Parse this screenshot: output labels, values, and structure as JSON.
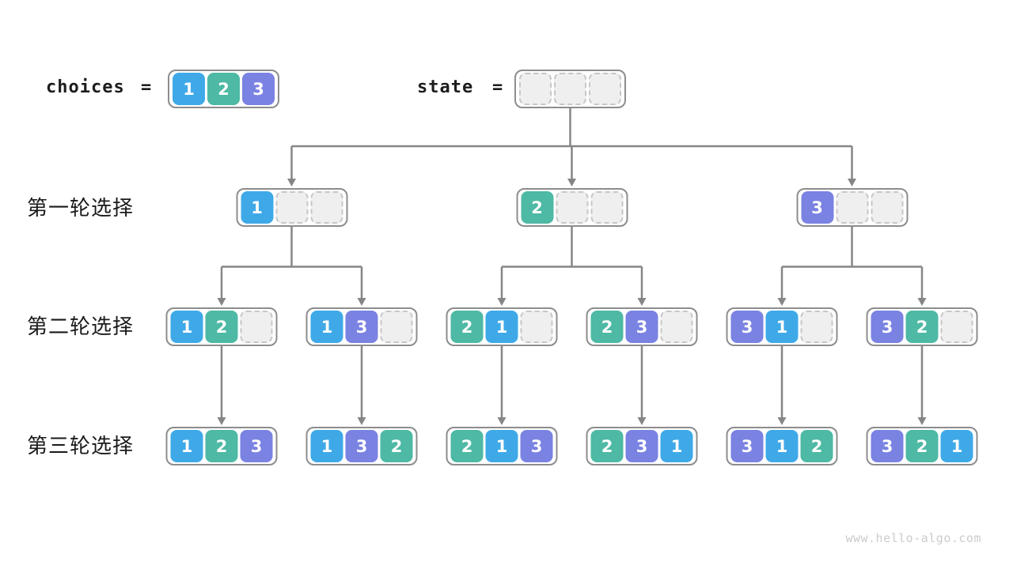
{
  "colors": {
    "c1": "#3FA9E8",
    "c2": "#4EB9A4",
    "c3": "#7A82E2",
    "node_border": "#8d8d8d",
    "arrow": "#868686",
    "empty_cell_bg": "#efefef"
  },
  "legend": {
    "choices_label": "choices",
    "state_label": "state",
    "equals": "=",
    "choices_cells": [
      1,
      2,
      3
    ],
    "state_cells": []
  },
  "rows": [
    {
      "label": "第一轮选择",
      "nodes": [
        [
          1
        ],
        [
          2
        ],
        [
          3
        ]
      ]
    },
    {
      "label": "第二轮选择",
      "nodes": [
        [
          1,
          2
        ],
        [
          1,
          3
        ],
        [
          2,
          1
        ],
        [
          2,
          3
        ],
        [
          3,
          1
        ],
        [
          3,
          2
        ]
      ]
    },
    {
      "label": "第三轮选择",
      "nodes": [
        [
          1,
          2,
          3
        ],
        [
          1,
          3,
          2
        ],
        [
          2,
          1,
          3
        ],
        [
          2,
          3,
          1
        ],
        [
          3,
          1,
          2
        ],
        [
          3,
          2,
          1
        ]
      ]
    }
  ],
  "watermark": "www.hello-algo.com"
}
